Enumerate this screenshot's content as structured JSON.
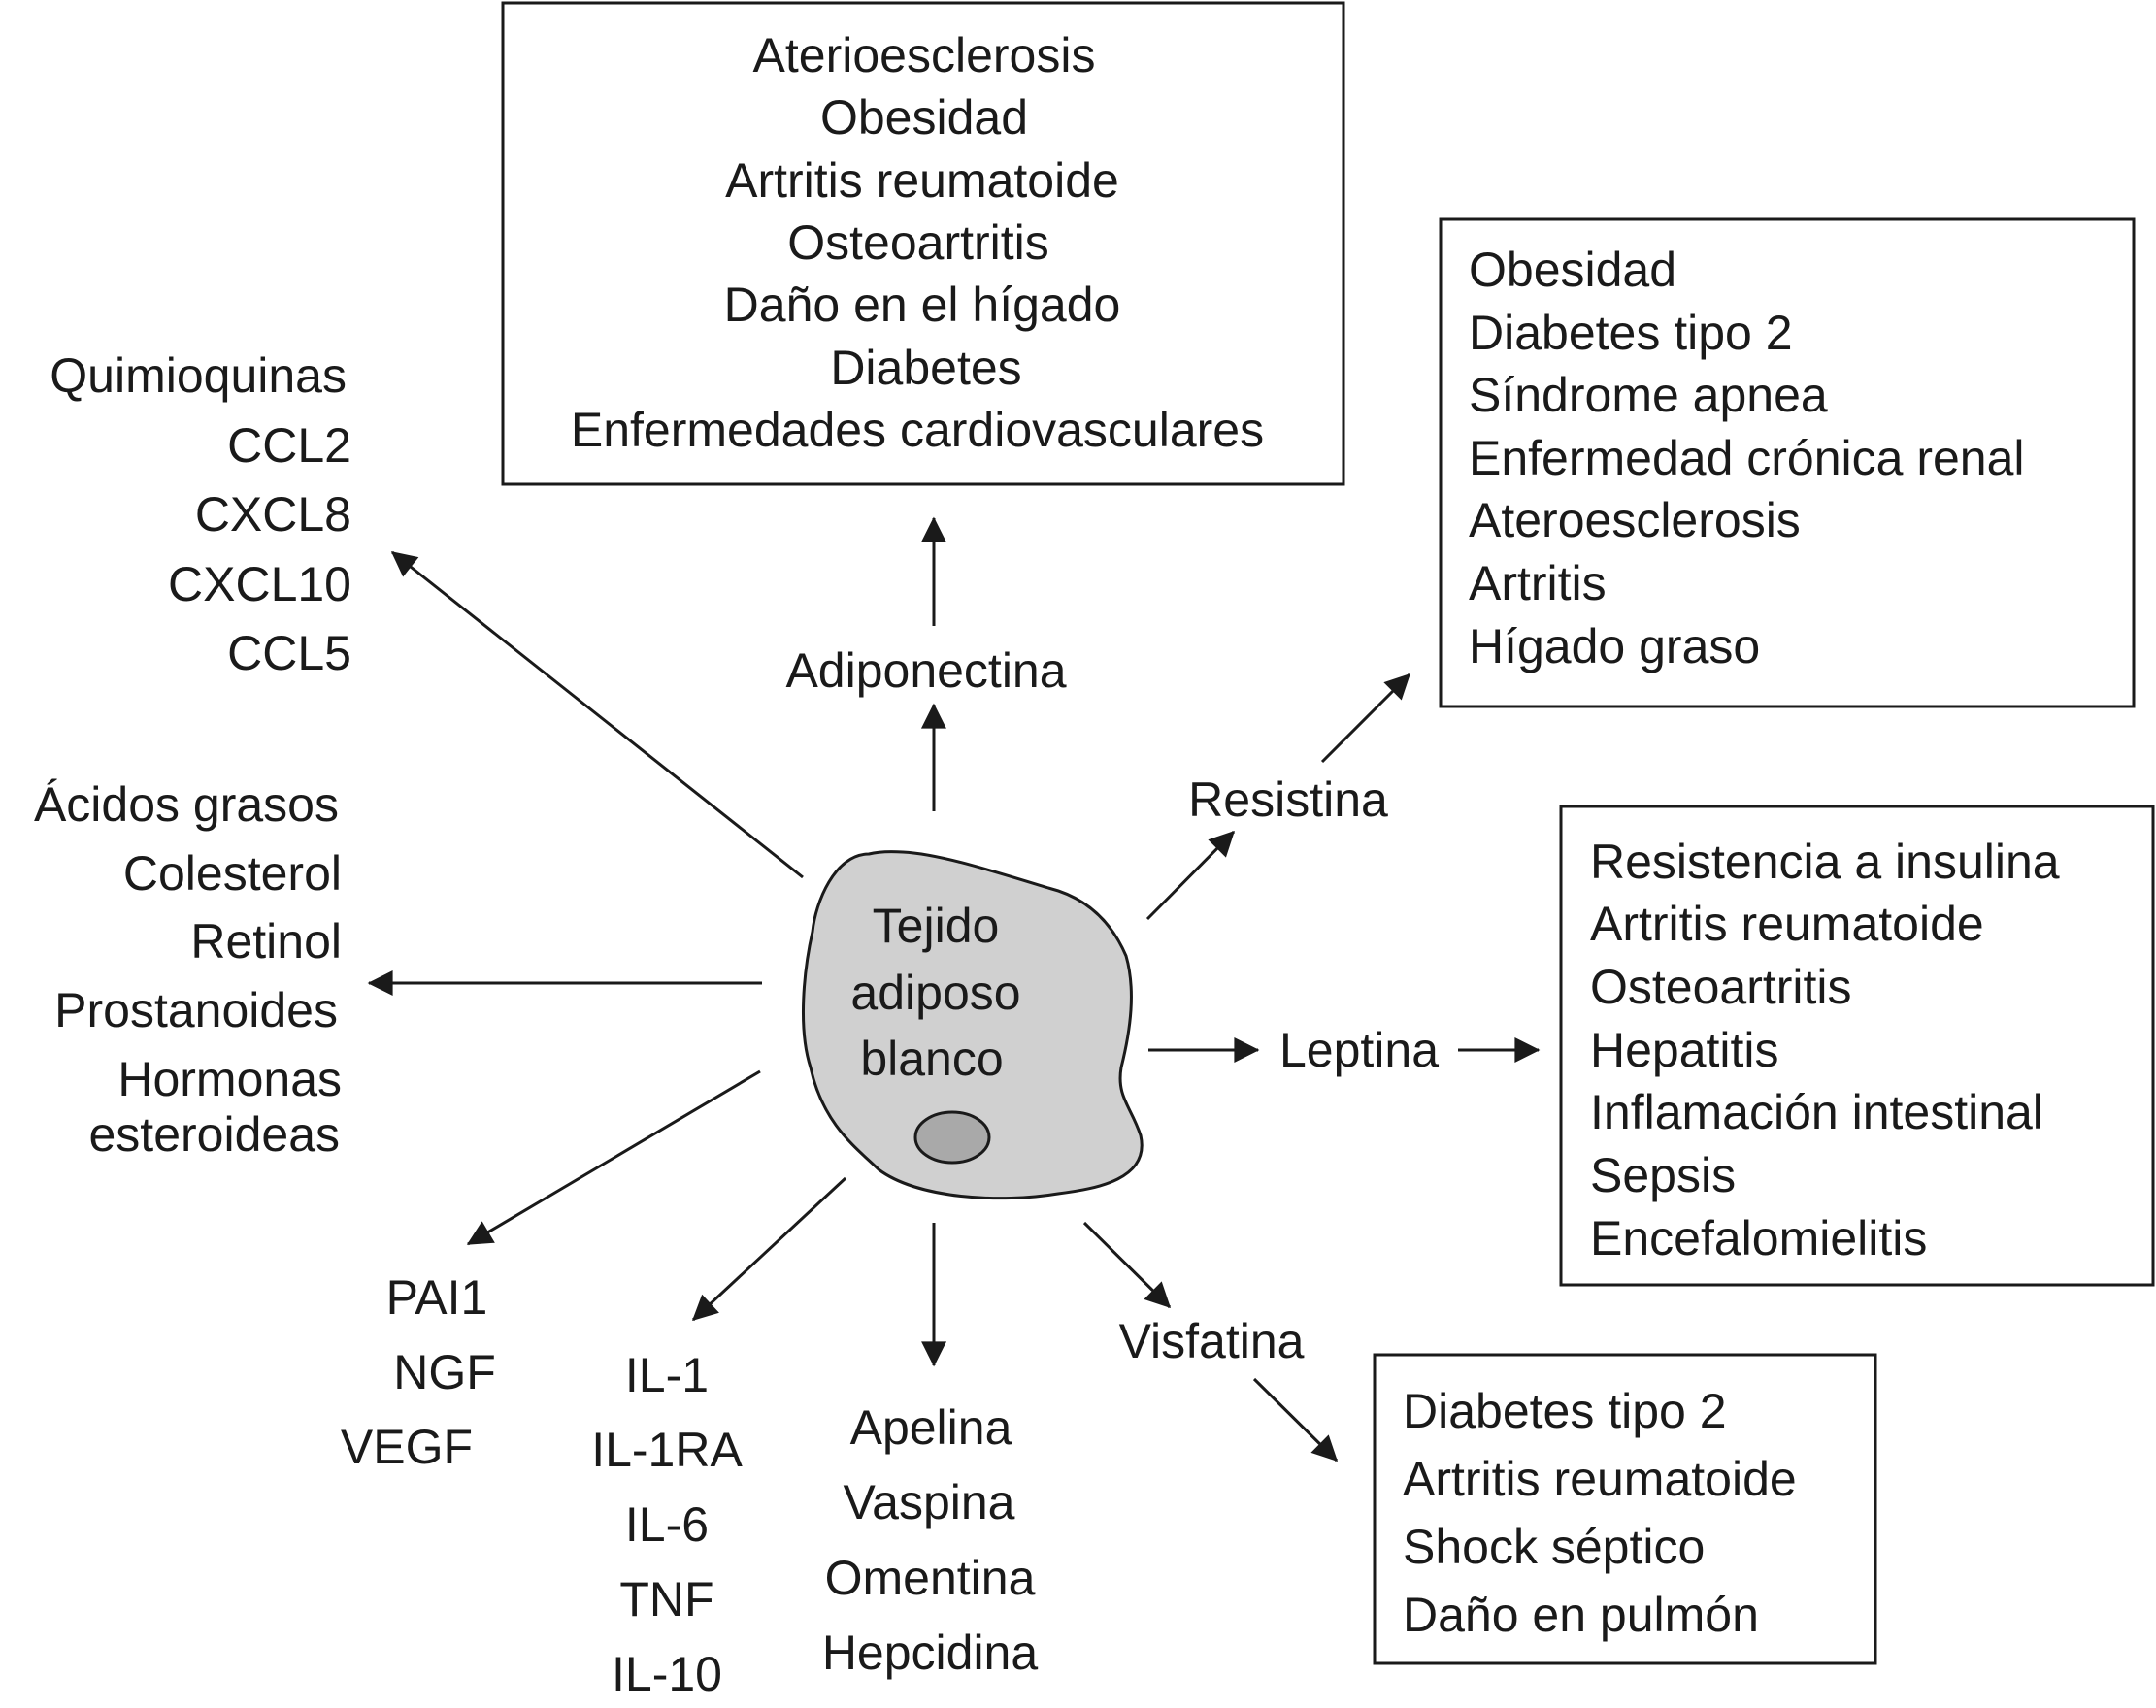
{
  "center": {
    "lines": [
      "Tejido",
      "adiposo",
      "blanco"
    ]
  },
  "top_box": {
    "items": [
      "Aterioesclerosis",
      "Obesidad",
      "Artritis reumatoide",
      "Osteoartritis",
      "Daño en el hígado",
      "Diabetes",
      "Enfermedades cardiovasculares"
    ]
  },
  "adiponectina": "Adiponectina",
  "resistina": "Resistina",
  "resistina_box": {
    "items": [
      "Obesidad",
      "Diabetes  tipo 2",
      "Síndrome apnea",
      "Enfermedad crónica renal",
      "Ateroesclerosis",
      "Artritis",
      "Hígado graso"
    ]
  },
  "leptina": "Leptina",
  "leptina_box": {
    "items": [
      "Resistencia a insulina",
      "Artritis reumatoide",
      "Osteoartritis",
      "Hepatitis",
      "Inflamación intestinal",
      "Sepsis",
      "Encefalomielitis"
    ]
  },
  "visfatina": "Visfatina",
  "visfatina_box": {
    "items": [
      "Diabetes tipo 2",
      "Artritis reumatoide",
      "Shock séptico",
      "Daño en pulmón"
    ]
  },
  "quimioquinas": {
    "items": [
      "Quimioquinas",
      "CCL2",
      "CXCL8",
      "CXCL10",
      "CCL5"
    ]
  },
  "lipidos": {
    "items": [
      "Ácidos grasos",
      "Colesterol",
      "Retinol",
      "Prostanoides",
      "Hormonas",
      "esteroideas"
    ]
  },
  "factores": {
    "items": [
      "PAI1",
      "NGF",
      "VEGF"
    ]
  },
  "interleuquinas": {
    "items": [
      "IL-1",
      "IL-1RA",
      "IL-6",
      "TNF",
      "IL-10"
    ]
  },
  "otras": {
    "items": [
      "Apelina",
      "Vaspina",
      "Omentina",
      "Hepcidina"
    ]
  }
}
